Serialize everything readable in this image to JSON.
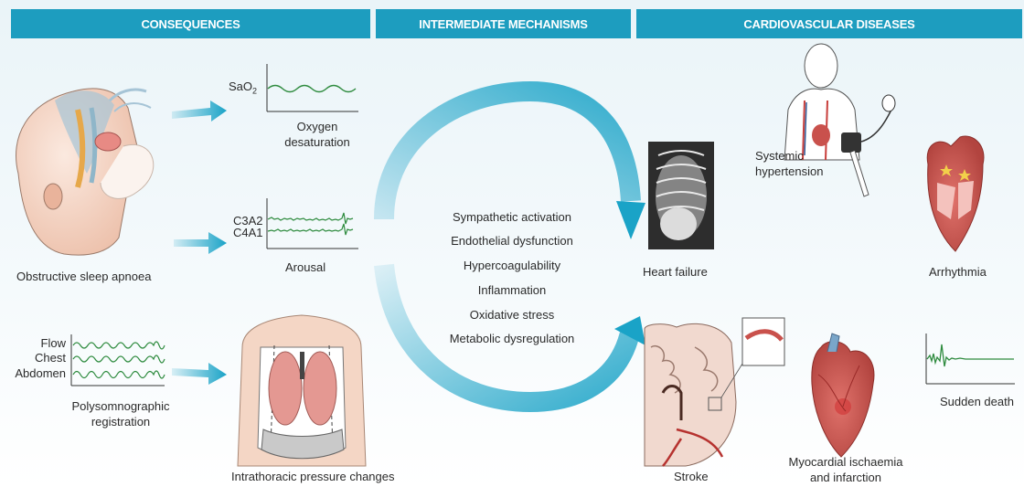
{
  "headers": {
    "consequences": "CONSEQUENCES",
    "intermediate": "INTERMEDIATE MECHANISMS",
    "cardiovascular": "CARDIOVASCULAR DISEASES"
  },
  "consequences": {
    "sleep_apnoea": "Obstructive sleep apnoea",
    "sao2_label": "SaO",
    "sao2_sub": "2",
    "oxygen_line1": "Oxygen",
    "oxygen_line2": "desaturation",
    "eeg_c3a2": "C3A2",
    "eeg_c4a1": "C4A1",
    "arousal": "Arousal",
    "psg_flow": "Flow",
    "psg_chest": "Chest",
    "psg_abdomen": "Abdomen",
    "psg_line1": "Polysomnographic",
    "psg_line2": "registration",
    "intrathoracic": "Intrathoracic pressure changes"
  },
  "mechanisms": [
    "Sympathetic activation",
    "Endothelial dysfunction",
    "Hypercoagulability",
    "Inflammation",
    "Oxidative stress",
    "Metabolic dysregulation"
  ],
  "diseases": {
    "heart_failure": "Heart failure",
    "hypertension_line1": "Systemic",
    "hypertension_line2": "hypertension",
    "arrhythmia": "Arrhythmia",
    "stroke": "Stroke",
    "ischaemia_line1": "Myocardial ischaemia",
    "ischaemia_line2": "and infarction",
    "sudden_death": "Sudden death"
  },
  "colors": {
    "header": "#1d9dbf",
    "arrow": "#1aa3c7",
    "trace": "#2e8b3e",
    "skin": "#f3d3c3",
    "heart": "#c9514c"
  }
}
